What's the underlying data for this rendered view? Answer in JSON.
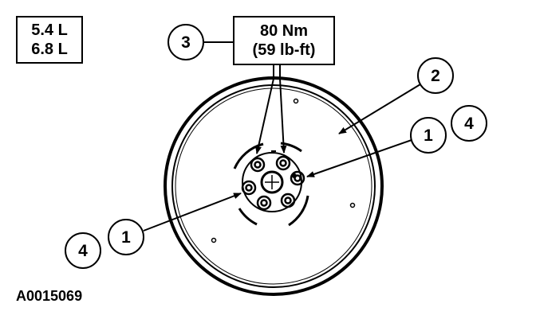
{
  "engine": {
    "line1": "5.4 L",
    "line2": "6.8 L"
  },
  "torque": {
    "line1": "80 Nm",
    "line2": "(59 lb-ft)"
  },
  "figure_id": "A0015069",
  "callouts": {
    "torque_ref": "3",
    "flywheel": "2",
    "bolt_right": "1",
    "bolt_right_note": "4",
    "bolt_left": "1",
    "bolt_left_note": "4"
  }
}
